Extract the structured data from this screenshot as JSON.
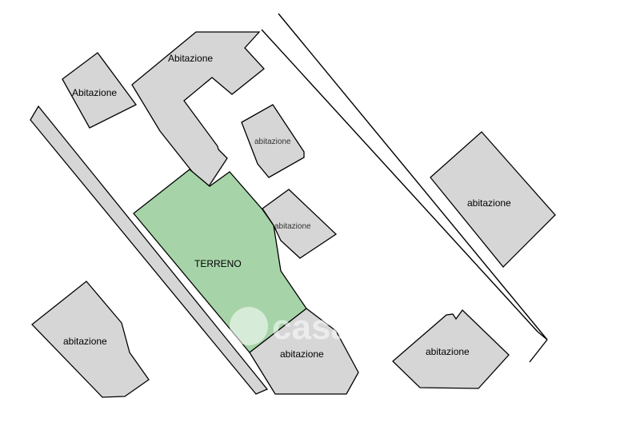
{
  "map": {
    "colors": {
      "building": "#d6d6d6",
      "terreno": "#a6d4a8",
      "outline": "#000000",
      "background": "#ffffff"
    },
    "labels": {
      "abitazione_top": "Abitazione",
      "abitazione_topleft": "Abitazione",
      "abitazione_center_small": "abitazione",
      "abitazione_center_right_small": "abitazione",
      "abitazione_right": "abitazione",
      "abitazione_bottomleft": "abitazione",
      "abitazione_bottomcenter": "abitazione",
      "abitazione_bottomright": "abitazione",
      "terreno": "TERRENO"
    },
    "watermark": {
      "text": "casa.it"
    }
  }
}
